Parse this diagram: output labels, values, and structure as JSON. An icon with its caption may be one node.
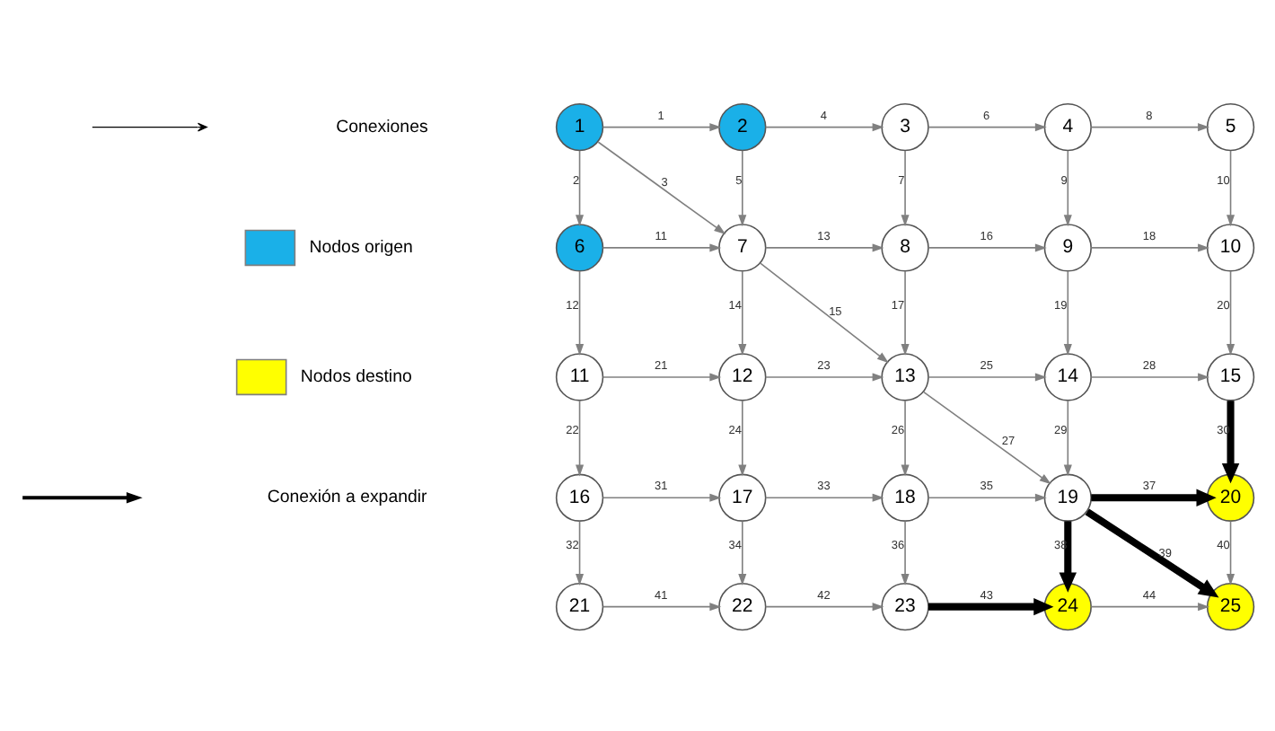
{
  "diagram": {
    "nodes": [
      {
        "text": [
          "1"
        ]
      },
      {
        "text": [
          "2"
        ]
      },
      {
        "text": [
          "3"
        ]
      },
      {
        "text": [
          "4"
        ]
      },
      {
        "text": [
          "5"
        ]
      },
      {
        "text": [
          "6"
        ]
      },
      {
        "text": [
          "7"
        ]
      },
      {
        "text": [
          "8"
        ]
      },
      {
        "text": [
          "9"
        ]
      },
      {
        "text": [
          "10"
        ]
      },
      {
        "text": [
          "11"
        ]
      },
      {
        "text": [
          "12"
        ]
      },
      {
        "text": [
          "13"
        ]
      },
      {
        "text": [
          "14"
        ]
      },
      {
        "text": [
          "15"
        ]
      },
      {
        "text": [
          "16"
        ]
      },
      {
        "text": [
          "17"
        ]
      },
      {
        "text": [
          "18"
        ]
      },
      {
        "text": [
          "19"
        ]
      },
      {
        "text": [
          "20"
        ]
      },
      {
        "text": [
          "21"
        ]
      },
      {
        "text": [
          "22"
        ]
      },
      {
        "text": [
          "23"
        ]
      },
      {
        "text": [
          "24"
        ]
      },
      {
        "text": [
          "25"
        ]
      }
    ],
    "edges": [
      {
        "from": 0,
        "to": 1,
        "arrow": "to",
        "label": "1"
      },
      {
        "from": 0,
        "to": 5,
        "arrow": "to",
        "label": "2"
      },
      {
        "from": 0,
        "to": 6,
        "arrow": "to",
        "label": "3"
      },
      {
        "from": 1,
        "to": 2,
        "arrow": "to",
        "label": "4"
      },
      {
        "from": 1,
        "to": 6,
        "arrow": "to",
        "label": "5"
      },
      {
        "from": 2,
        "to": 3,
        "arrow": "to",
        "label": "6"
      },
      {
        "from": 2,
        "to": 7,
        "arrow": "to",
        "label": "7"
      },
      {
        "from": 3,
        "to": 4,
        "arrow": "to",
        "label": "8"
      },
      {
        "from": 3,
        "to": 8,
        "arrow": "to",
        "label": "9"
      },
      {
        "from": 4,
        "to": 9,
        "arrow": "to",
        "label": "10"
      },
      {
        "from": 5,
        "to": 6,
        "arrow": "to",
        "label": "11"
      },
      {
        "from": 5,
        "to": 10,
        "arrow": "to",
        "label": "12"
      },
      {
        "from": 6,
        "to": 7,
        "arrow": "to",
        "label": "13"
      },
      {
        "from": 6,
        "to": 11,
        "arrow": "to",
        "label": "14"
      },
      {
        "from": 6,
        "to": 12,
        "arrow": "to",
        "label": "15"
      },
      {
        "from": 7,
        "to": 8,
        "arrow": "to",
        "label": "16"
      },
      {
        "from": 7,
        "to": 12,
        "arrow": "to",
        "label": "17"
      },
      {
        "from": 8,
        "to": 9,
        "arrow": "to",
        "label": "18"
      },
      {
        "from": 8,
        "to": 13,
        "arrow": "to",
        "label": "19"
      },
      {
        "from": 9,
        "to": 14,
        "arrow": "to",
        "label": "20"
      },
      {
        "from": 10,
        "to": 11,
        "arrow": "to",
        "label": "21"
      },
      {
        "from": 10,
        "to": 15,
        "arrow": "to",
        "label": "22"
      },
      {
        "from": 11,
        "to": 12,
        "arrow": "to",
        "label": "23"
      },
      {
        "from": 11,
        "to": 16,
        "arrow": "to",
        "label": "24"
      },
      {
        "from": 12,
        "to": 13,
        "arrow": "to",
        "label": "25"
      },
      {
        "from": 12,
        "to": 17,
        "arrow": "to",
        "label": "26"
      },
      {
        "from": 12,
        "to": 18,
        "arrow": "to",
        "label": "27"
      },
      {
        "from": 13,
        "to": 14,
        "arrow": "to",
        "label": "28"
      },
      {
        "from": 13,
        "to": 18,
        "arrow": "to",
        "label": "29"
      },
      {
        "from": 14,
        "to": 19,
        "arrow": "to",
        "label": "30",
        "style": "thick",
        "color": "#000000"
      },
      {
        "from": 15,
        "to": 16,
        "arrow": "to",
        "label": "31"
      },
      {
        "from": 15,
        "to": 20,
        "arrow": "to",
        "label": "32"
      },
      {
        "from": 16,
        "to": 17,
        "arrow": "to",
        "label": "33"
      },
      {
        "from": 16,
        "to": 21,
        "arrow": "to",
        "label": "34"
      },
      {
        "from": 17,
        "to": 18,
        "arrow": "to",
        "label": "35"
      },
      {
        "from": 17,
        "to": 22,
        "arrow": "to",
        "label": "36"
      },
      {
        "from": 18,
        "to": 19,
        "arrow": "to",
        "label": "37",
        "style": "thick",
        "color": "#000000"
      },
      {
        "from": 18,
        "to": 23,
        "arrow": "to",
        "label": "38",
        "style": "thick",
        "color": "#000000"
      },
      {
        "from": 18,
        "to": 24,
        "arrow": "to",
        "label": "39",
        "style": "thick",
        "color": "#000000"
      },
      {
        "from": 19,
        "to": 24,
        "arrow": "to",
        "label": "40"
      },
      {
        "from": 20,
        "to": 21,
        "arrow": "to",
        "label": "41"
      },
      {
        "from": 21,
        "to": 22,
        "arrow": "to",
        "label": "42"
      },
      {
        "from": 22,
        "to": 23,
        "arrow": "to",
        "label": "43",
        "style": "thick",
        "color": "#000000"
      },
      {
        "from": 23,
        "to": 24,
        "arrow": "to",
        "label": "44"
      }
    ],
    "legend": [
      {
        "text": "Conexiones"
      },
      {
        "text": "Nodos origen",
        "color": "#1ab0e8"
      },
      {
        "text": "Nodos destino",
        "color": "#ffff00"
      },
      {
        "text": "Conexión a expandir"
      }
    ]
  }
}
